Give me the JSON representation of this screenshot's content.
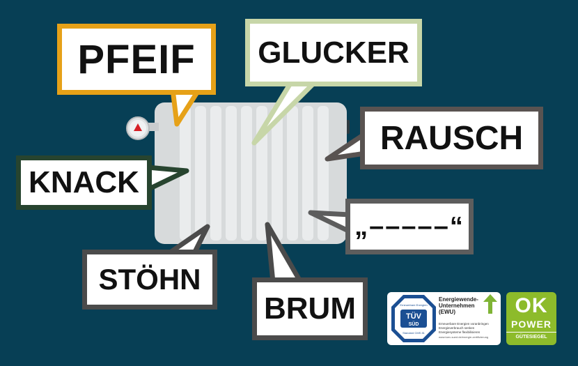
{
  "sounds": {
    "pfeif": "PFEIF",
    "glucker": "GLUCKER",
    "rausch": "RAUSCH",
    "knack": "KNACK",
    "quote": "„–––––“",
    "stoehn": "STÖHN",
    "brum": "BRUM"
  },
  "logos": {
    "tuev_mark": "TÜV",
    "tuev_sub": "SÜD",
    "tuev_top": "Erneuerbare Energien",
    "tuev_bottom": "Standard CMS 81",
    "tuev_title_line1": "Energiewende-",
    "tuev_title_line2": "Unternehmen",
    "tuev_title_line3": "(EWU)",
    "tuev_desc_1": "Erneuerbare Energien voranbringen",
    "tuev_desc_2": "Energieverbrauch senken",
    "tuev_desc_3": "Energiesysteme flexibilisieren",
    "tuev_url": "www.tuev-sued.de/energie-zertifizierung",
    "ok": "OK",
    "power": "POWER",
    "seal": "GÜTESIEGEL"
  },
  "colors": {
    "background": "#073f55",
    "pfeif": "#e6a118",
    "glucker": "#c7d6a8",
    "knack": "#27442f",
    "rausch": "#595351",
    "brum": "#4b4b4b",
    "tuev_blue": "#1b4f93",
    "okpower_green": "#8dbb2b"
  }
}
